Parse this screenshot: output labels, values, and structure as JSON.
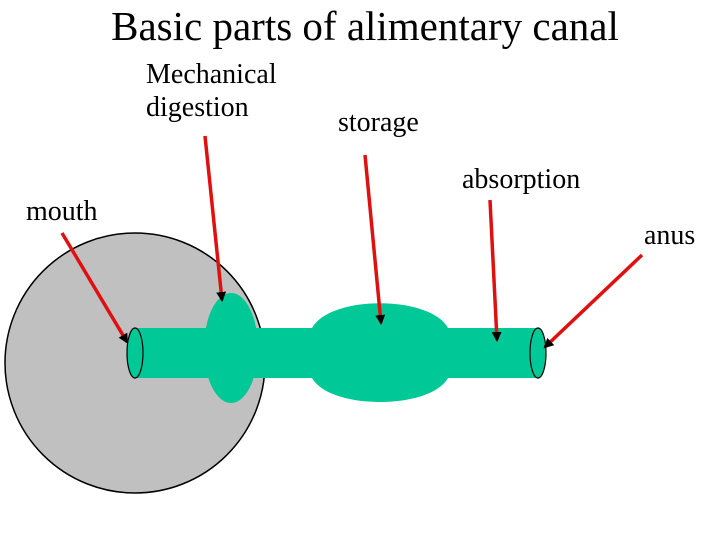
{
  "title": "Basic parts of alimentary canal",
  "labels": {
    "mechanical_digestion_line1": "Mechanical",
    "mechanical_digestion_line2": "digestion",
    "storage": "storage",
    "absorption": "absorption",
    "mouth": "mouth",
    "anus": "anus"
  },
  "colors": {
    "canal": "#00c896",
    "body_circle": "#c0c0c0",
    "arrow": "#e01010",
    "outline": "#000000"
  }
}
